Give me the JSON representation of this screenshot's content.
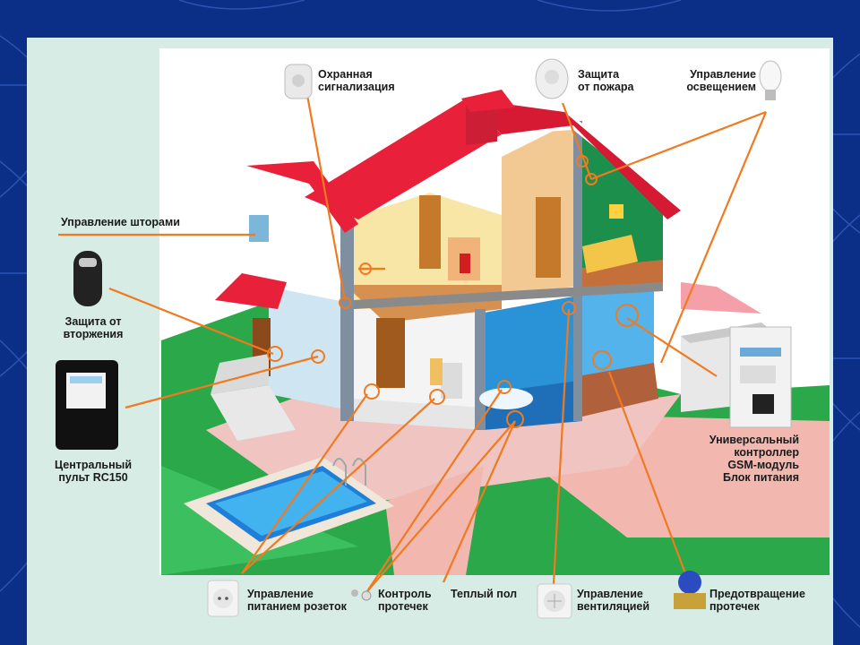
{
  "labels": {
    "alarm": "Охранная\nсигнализация",
    "fire": "Защита\nот пожара",
    "lighting": "Управление\nосвещением",
    "curtains": "Управление шторами",
    "intrusion": "Защита от\nвторжения",
    "remote": "Центральный\nпульт RC150",
    "controller": "Универсальный\nконтроллер\nGSM-модуль\nБлок питания",
    "sockets": "Управление\nпитанием розеток",
    "leak_control": "Контроль\nпротечек",
    "warm_floor": "Теплый пол",
    "ventilation": "Управление\nвентиляцией",
    "leak_prevention": "Предотвращение\nпротечек"
  },
  "colors": {
    "background": "#0b2e86",
    "panel": "#d6ece4",
    "roof": "#e8203a",
    "lawn": "#2aa84a",
    "path": "#f2b8b0",
    "leader_line": "#f07a20"
  }
}
